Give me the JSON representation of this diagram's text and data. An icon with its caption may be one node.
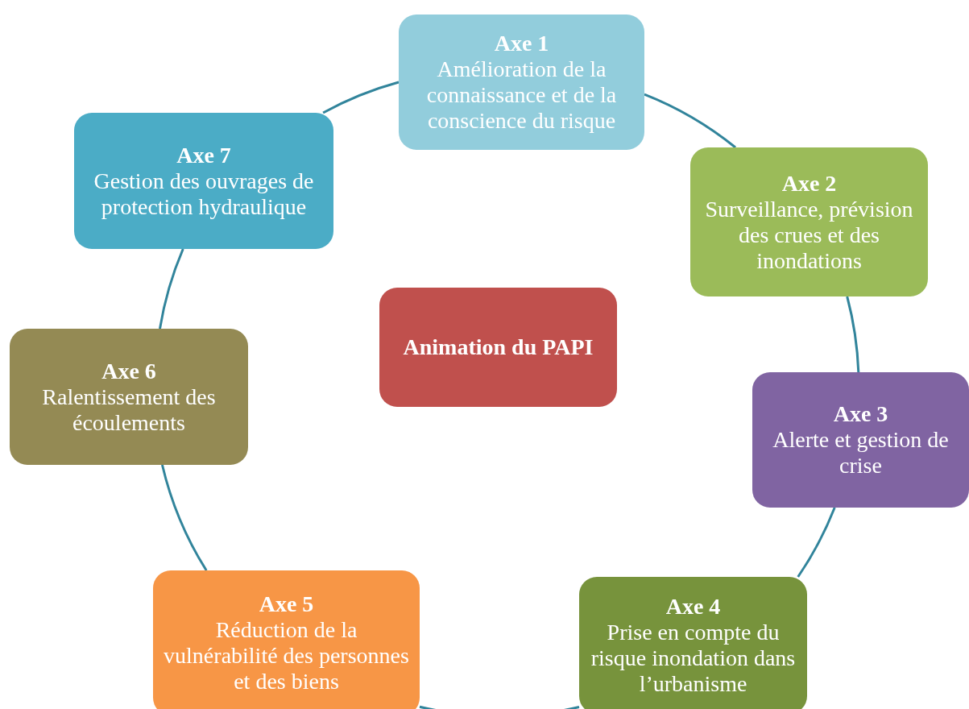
{
  "diagram": {
    "nodes": [
      {
        "text": [
          "Axe 1",
          "Amélioration de la connaissance et de la conscience du risque"
        ]
      },
      {
        "text": [
          "Axe 2",
          "Surveillance, prévision des crues et des inondations"
        ]
      },
      {
        "text": [
          "Axe 3",
          "Alerte et gestion de crise"
        ]
      },
      {
        "text": [
          "Axe 4",
          "Prise en compte du risque inondation dans l’urbanisme"
        ]
      },
      {
        "text": [
          "Axe 5",
          "Réduction de la vulnérabilité des personnes et des biens"
        ]
      },
      {
        "text": [
          "Axe 6",
          "Ralentissement des écoulements"
        ]
      },
      {
        "text": [
          "Axe 7",
          "Gestion des ouvrages de protection hydraulique"
        ]
      },
      {
        "text": [
          "Animation du PAPI"
        ]
      }
    ],
    "edges": [
      {
        "from": 0,
        "to": 1,
        "arrow": "none"
      },
      {
        "from": 1,
        "to": 2,
        "arrow": "none"
      },
      {
        "from": 2,
        "to": 3,
        "arrow": "none"
      },
      {
        "from": 3,
        "to": 4,
        "arrow": "none"
      },
      {
        "from": 4,
        "to": 5,
        "arrow": "none"
      },
      {
        "from": 5,
        "to": 6,
        "arrow": "none"
      },
      {
        "from": 6,
        "to": 0,
        "arrow": "none"
      }
    ]
  }
}
